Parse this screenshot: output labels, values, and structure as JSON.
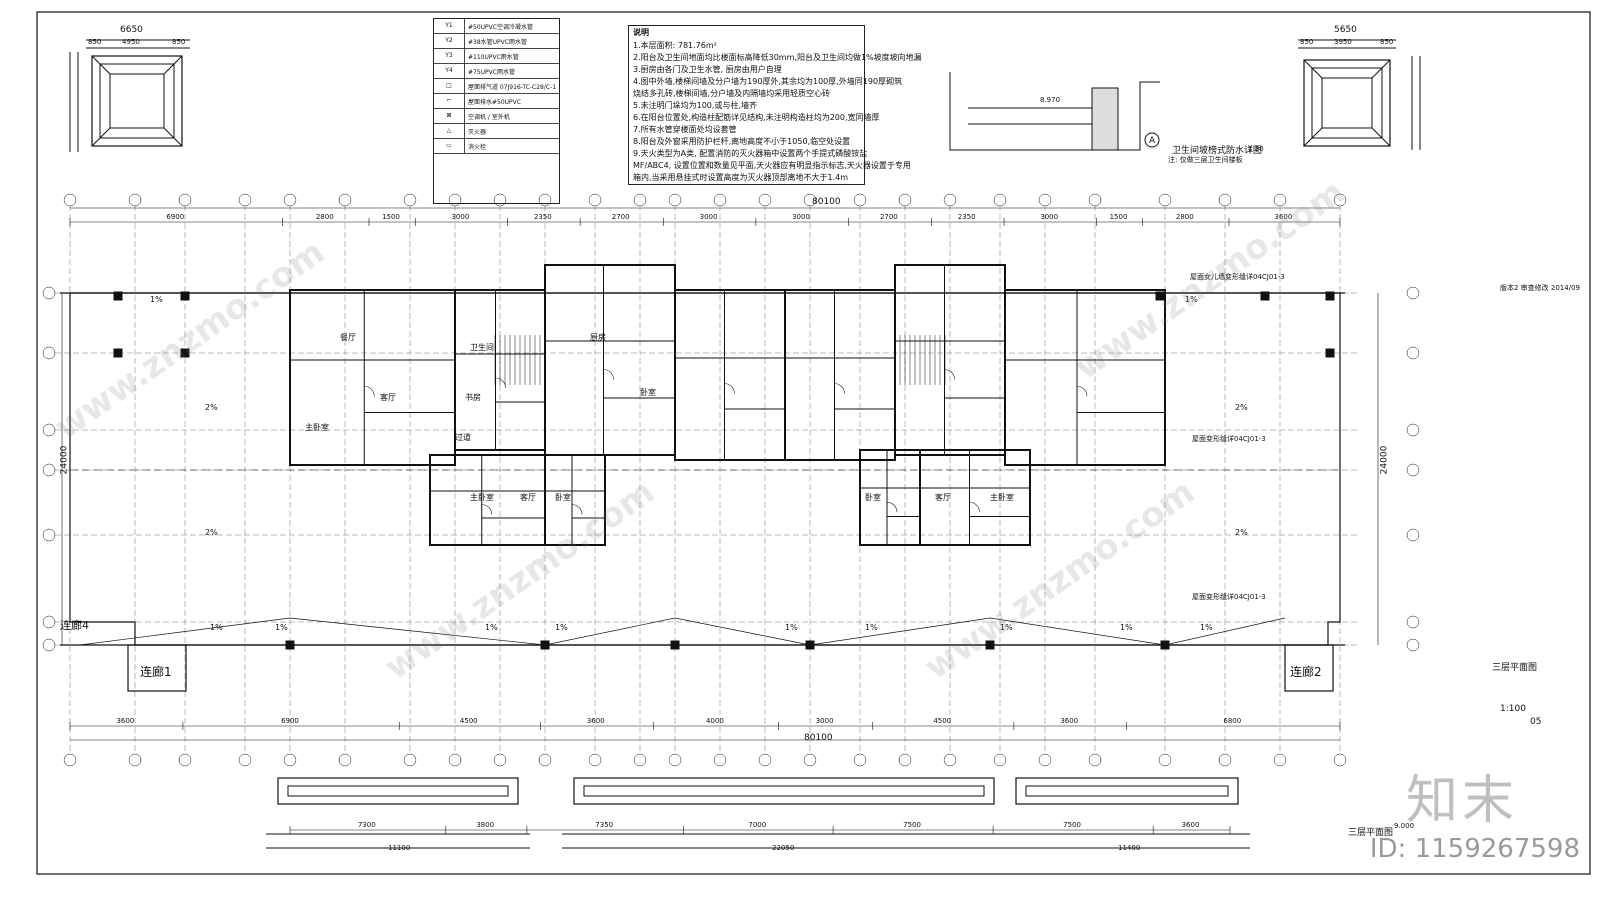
{
  "drawing": {
    "plan_title": "三层平面图",
    "plan_title_right": "三层平面图",
    "scale": "1:100",
    "sheet_no": "05",
    "revision_note": "版本2  审查修改  2014/09",
    "elevation_mark": "9.000"
  },
  "dimensions": {
    "total_top": "80100",
    "total_bottom": "80100",
    "top_row": [
      "6900",
      "2800",
      "1500",
      "3000",
      "2350",
      "2700",
      "3000",
      "3000",
      "2700",
      "2350",
      "3000",
      "1500",
      "2800",
      "3600"
    ],
    "bottom_row": [
      "3600",
      "6900",
      "4500",
      "3600",
      "4000",
      "3000",
      "4500",
      "3600",
      "6800"
    ],
    "height_left": "24000",
    "height_right": "24000",
    "left_block": [
      "6650",
      "850",
      "4950",
      "850"
    ],
    "right_block": [
      "5650",
      "850",
      "3950",
      "850"
    ],
    "bottom_blocks": [
      "11100",
      "22050",
      "11400"
    ],
    "bottom_block_parts": [
      "7300",
      "3800",
      "7350",
      "7000",
      "7500",
      "7500",
      "3600"
    ]
  },
  "notes": {
    "title": "说明",
    "lines": [
      "1.本层面积: 781.76m²",
      "2.阳台及卫生间地面均比楼面标高降低30mm,阳台及卫生间均做1%坡度坡向地漏",
      "3.厨房由各门及卫生水管, 厨房由用户自理",
      "4.图中外墙,楼梯间墙及分户墙为190厚外,其余均为100厚,外墙同190厚砌筑",
      "  烧结多孔砖,楼梯间墙,分户墙及内隔墙均采用轻质空心砖",
      "5.未注明门垛均为100,或与柱,墙齐",
      "6.在阳台位置处,构造柱配筋详见结构,未注明构造柱均为200,宽同墙厚",
      "7.所有水管穿楼面处均设套管",
      "8.阳台及外窗采用防护栏杆,离地高度不小于1050,临空处设置",
      "9.天火类型为A类, 配置消防的灭火器箱中设置两个手提式磷酸铵盐",
      "MF/ABC4, 设置位置和数量见平面,天火器应有明显指示标志,天火器设置于专用",
      "箱内,当采用悬挂式时设置高度为灭火器顶部离地不大于1.4m"
    ]
  },
  "legend": [
    {
      "sym": "Y1",
      "txt": "#50UPVC空调冷凝水管"
    },
    {
      "sym": "Y2",
      "txt": "#38水管UPVC雨水管"
    },
    {
      "sym": "Y3",
      "txt": "#110UPVC雨水管"
    },
    {
      "sym": "Y4",
      "txt": "#75UPVC雨水管"
    },
    {
      "sym": "□",
      "txt": "屋面排气道 07J916-TC-C28/C-1"
    },
    {
      "sym": "⌐",
      "txt": "屋面排水#50UPVC"
    },
    {
      "sym": "⊠",
      "txt": "空调机 / 室外机"
    },
    {
      "sym": "△",
      "txt": "灭火器"
    },
    {
      "sym": "▭",
      "txt": "消火栓"
    }
  ],
  "detail": {
    "title": "卫生间坡榜式防水详图",
    "scale": "1:20",
    "mark": "A",
    "note": "注: 仅做三层卫生间楼板",
    "elev": "8.970"
  },
  "labels": {
    "corridor_left": "连廊1",
    "corridor_right": "连廊2",
    "corridor_far_left": "连廊4",
    "roof_ref_1": "屋面女儿墙变形缝详04CJ01-3",
    "roof_ref_2": "屋面变形缝详04CJ01-3",
    "roof_ref_3": "屋面变形缝详04CJ01-3",
    "slope_labels": [
      "1%",
      "1%",
      "1%",
      "1%",
      "1%",
      "1%",
      "1%",
      "1%",
      "1%",
      "1%",
      "1%"
    ],
    "roof_slope": "2%",
    "room_labels": [
      "主卧室",
      "客厅",
      "餐厅",
      "卧室",
      "厨房",
      "卫生间",
      "书房",
      "过道",
      "主卧室",
      "客厅",
      "卧室",
      "卧室",
      "客厅",
      "主卧室"
    ]
  },
  "watermark": {
    "brand": "知末",
    "id": "ID: 1159267598",
    "url": "www.znzmo.com"
  }
}
